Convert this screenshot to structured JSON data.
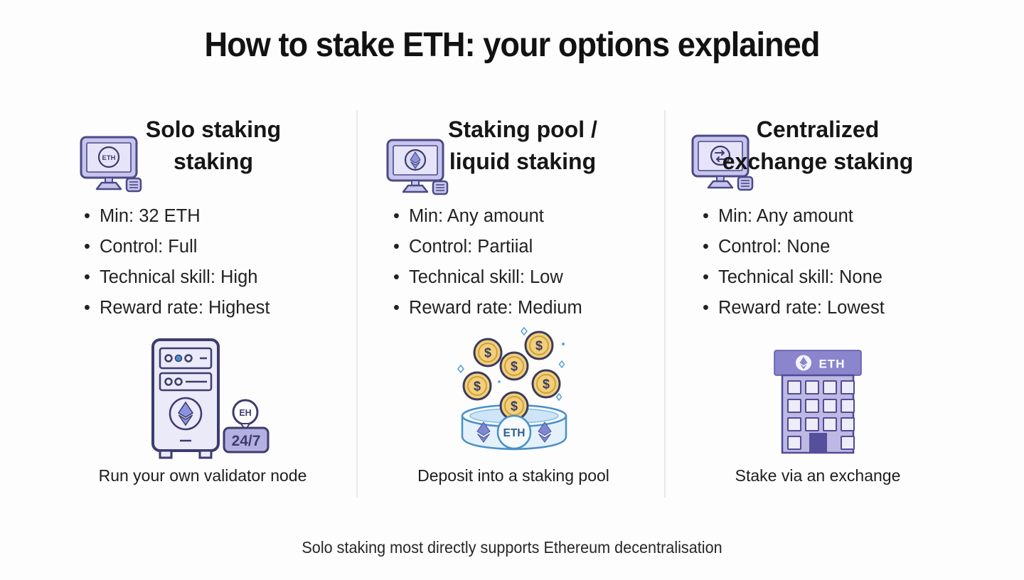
{
  "title": "How to stake ETH: your options explained",
  "bullet_char": "•",
  "footer_note": "Solo staking most directly supports Ethereum decentralisation",
  "pool_coin_symbol": "$",
  "columns": [
    {
      "header_line1": "Solo staking",
      "header_line2": "staking",
      "icon": "monitor-eth-icon",
      "icon_screen_label": "ETH",
      "bullets": [
        "Min: 32 ETH",
        "Control: Full",
        "Technical skill: High",
        "Reward rate: Highest"
      ],
      "illustration": "validator-server-tower",
      "badge": {
        "circle_label": "EH",
        "tag_label": "24/7"
      },
      "caption": "Run your own validator node"
    },
    {
      "header_line1": "Staking pool /",
      "header_line2": "liquid staking",
      "icon": "monitor-eth-diamond-icon",
      "bullets": [
        "Min: Any amount",
        "Control: Partiial",
        "Technical skill: Low",
        "Reward rate: Medium"
      ],
      "illustration": "staking-pool-with-coins",
      "pool_label": "ETH",
      "caption": "Deposit into a staking pool"
    },
    {
      "header_line1": "Centralized",
      "header_line2": "exchange staking",
      "icon": "monitor-exchange-icon",
      "bullets": [
        "Min: Any amount",
        "Control: None",
        "Technical skill: None",
        "Reward rate: Lowest"
      ],
      "illustration": "exchange-building",
      "building_label": "ETH",
      "caption": "Stake via an exchange"
    }
  ],
  "colors": {
    "icon_lavender": "#c7c5ee",
    "icon_outline_navy": "#3d3c6e",
    "badge_purple": "#b5b0e2",
    "building_purple": "#8a85cc",
    "building_body": "#bdb9e3",
    "pool_outline_blue": "#4a8fc7",
    "pool_fill_blue": "#e4f1fb",
    "coin_gold": "#f3cf7a",
    "eth_diamond_purple": "#8a94de"
  }
}
